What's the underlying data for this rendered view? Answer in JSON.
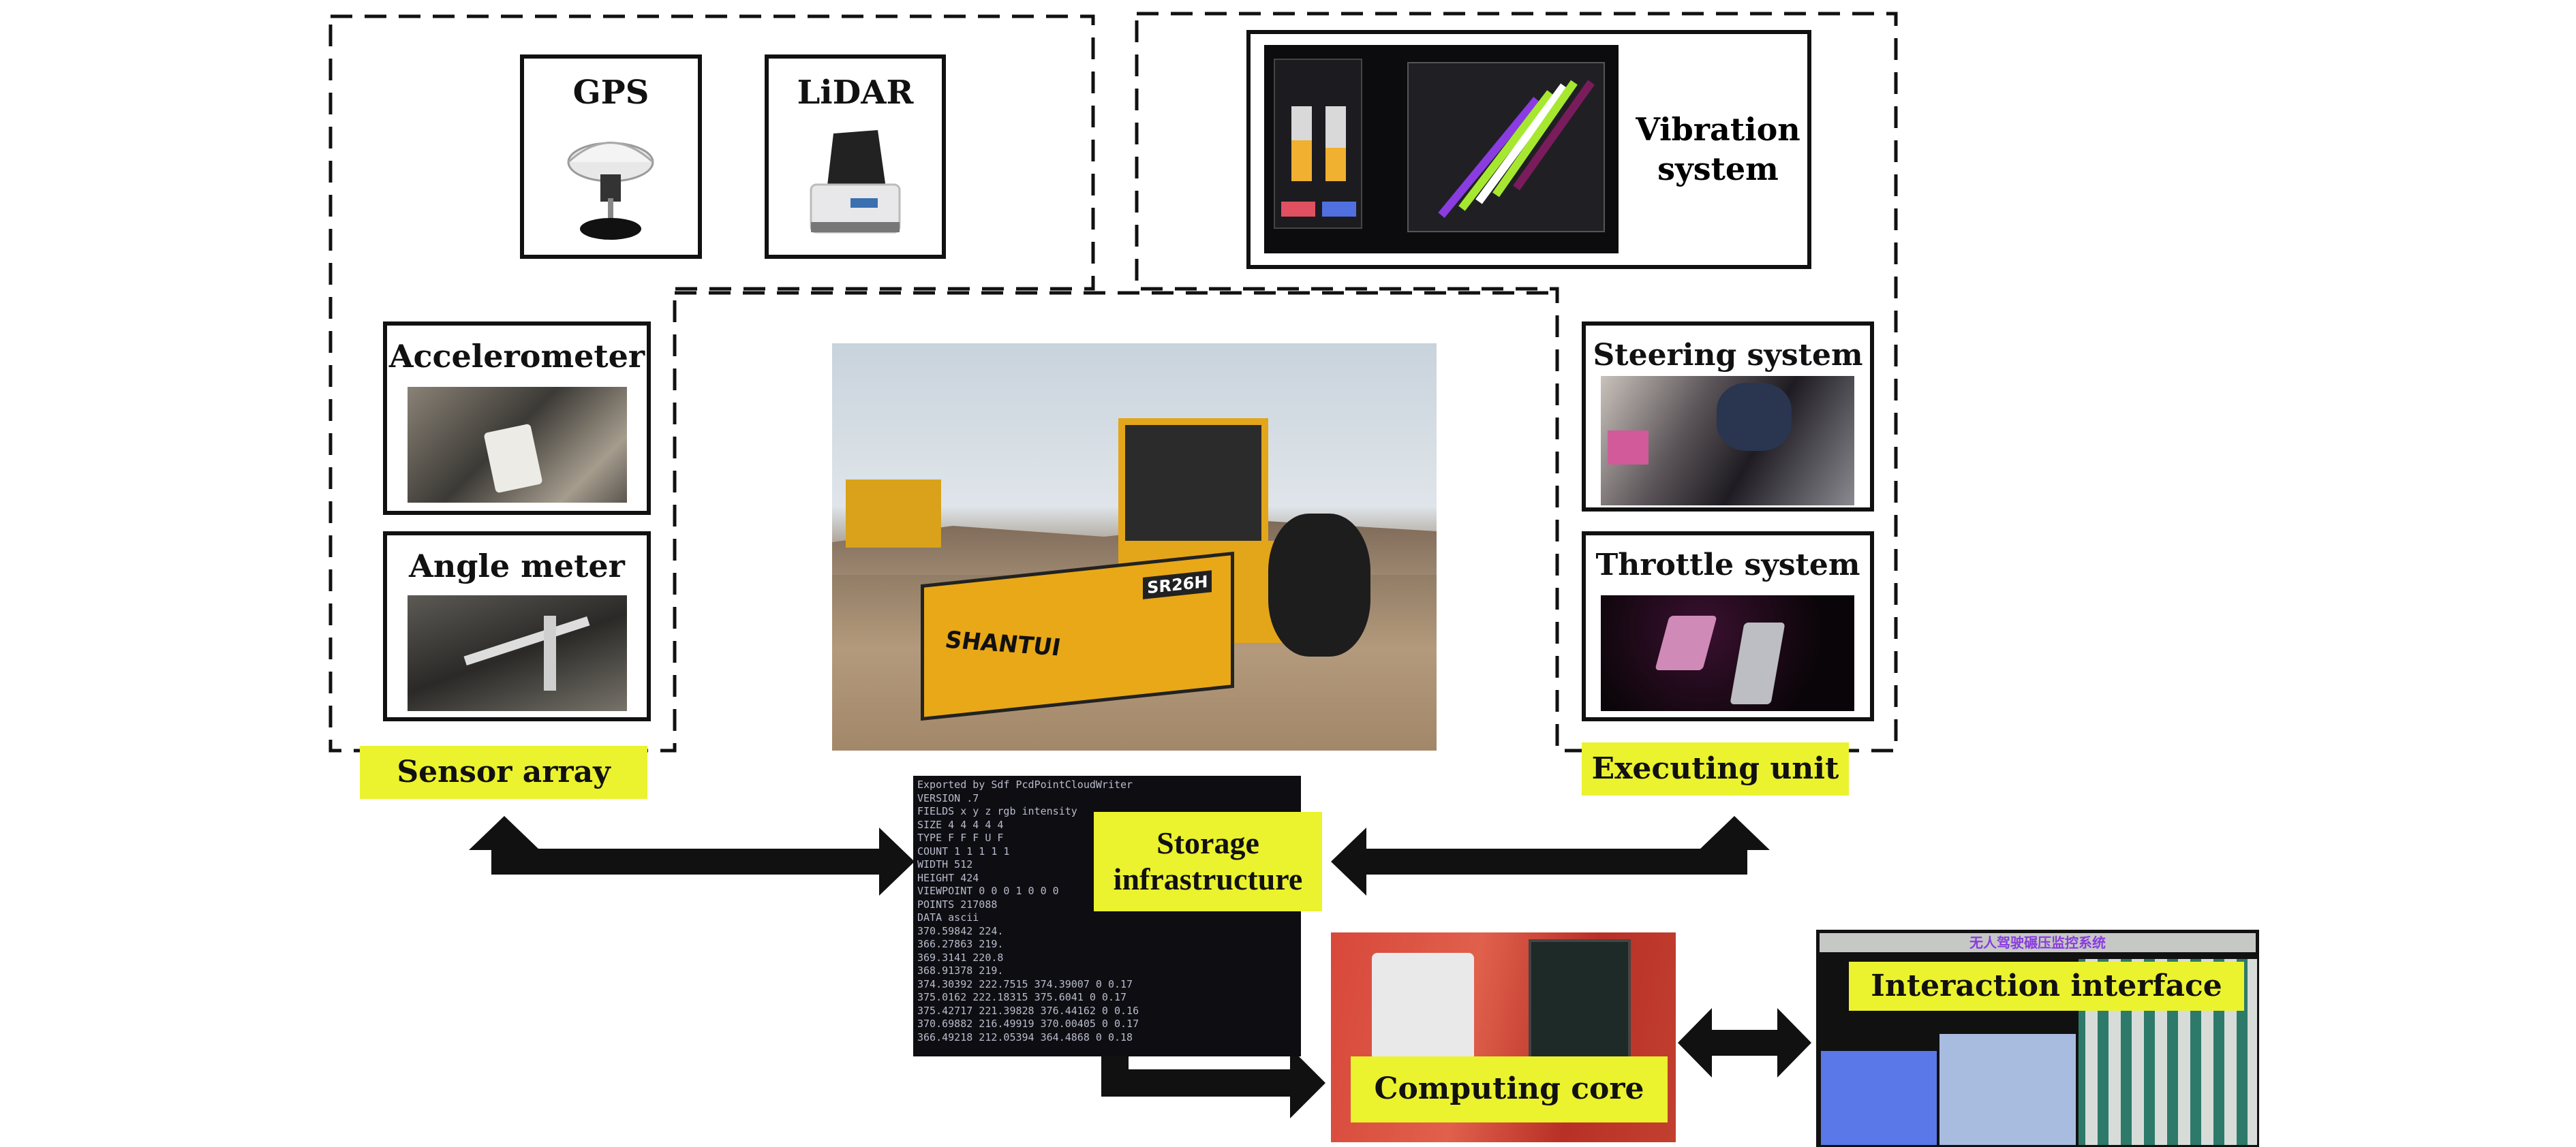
{
  "sensor_array": {
    "label": "Sensor array",
    "devices": [
      {
        "name": "GPS"
      },
      {
        "name": "LiDAR"
      },
      {
        "name": "Accelerometer"
      },
      {
        "name": "Angle meter"
      }
    ]
  },
  "executing_unit": {
    "label": "Executing unit",
    "devices": [
      {
        "name": "Vibration system"
      },
      {
        "name": "Steering system"
      },
      {
        "name": "Throttle system"
      }
    ]
  },
  "storage": {
    "label": "Storage infrastructure",
    "terminal_lines": [
      "Exported by Sdf PcdPointCloudWriter",
      "VERSION .7",
      "FIELDS x y z rgb intensity",
      "SIZE 4 4 4 4 4",
      "TYPE F F F U F",
      "COUNT 1 1 1 1 1",
      "WIDTH 512",
      "HEIGHT 424",
      "VIEWPOINT 0 0 0 1 0 0 0",
      "POINTS 217088",
      "DATA ascii",
      "370.59842 224.",
      "366.27863 219.",
      "369.3141 220.8",
      "368.91378 219.",
      "374.30392 222.7515 374.39007 0 0.17",
      "375.0162 222.18315 375.6041 0 0.17",
      "375.42717 221.39828 376.44162 0 0.16",
      "370.69882 216.49919 370.00405 0 0.17",
      "366.49218 212.05394 364.4868 0 0.18"
    ]
  },
  "computing": {
    "label": "Computing core"
  },
  "interaction": {
    "label": "Interaction interface",
    "screen_title": "无人驾驶碾压监控系统"
  },
  "roller": {
    "brand": "SHANTUI",
    "model": "SR26H"
  },
  "colors": {
    "label_bg": "#ebf22e",
    "line": "#111111"
  }
}
